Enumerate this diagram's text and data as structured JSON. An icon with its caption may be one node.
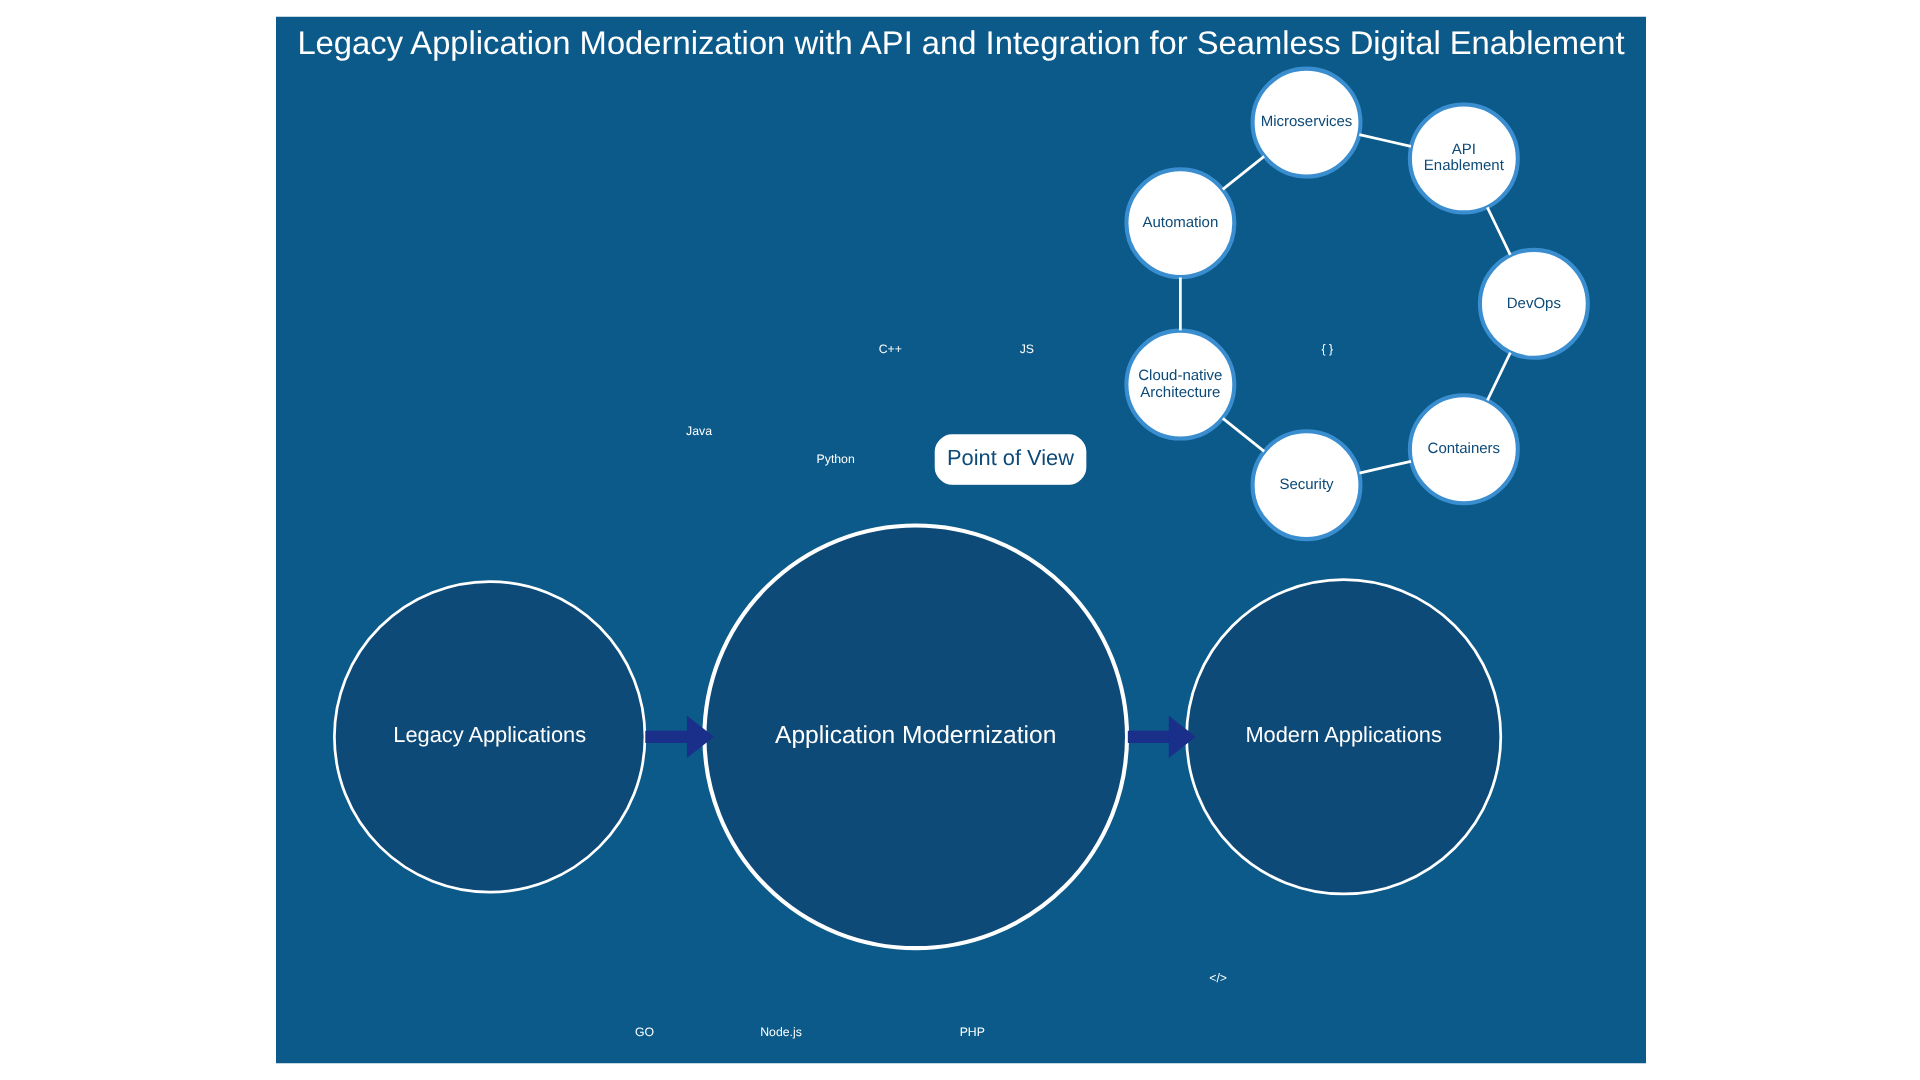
{
  "diagram": {
    "title": "Legacy Application Modernization with API and Integration for Seamless Digital Enablement",
    "nodes": [
      {
        "text": [
          "Legacy Applications"
        ]
      },
      {
        "text": [
          "Application Modernization"
        ]
      },
      {
        "text": [
          "Containers"
        ]
      },
      {
        "text": [
          "Security"
        ]
      },
      {
        "text": [
          "Cloud-native Architecture"
        ]
      },
      {
        "text": [
          "Automation"
        ]
      },
      {
        "text": [
          "Microservices"
        ]
      },
      {
        "text": [
          "API Enablement"
        ]
      },
      {
        "text": [
          "DevOps"
        ]
      },
      {
        "text": [
          "Modern Applications"
        ]
      }
    ],
    "edges": [
      {
        "from": 0,
        "to": 1,
        "arrow": "to",
        "color": "#1a2f8a",
        "style": "thick"
      },
      {
        "from": 1,
        "to": 9,
        "arrow": "to",
        "color": "#1a2f8a",
        "style": "thick"
      },
      {
        "from": 2,
        "to": 3,
        "arrow": "none"
      },
      {
        "from": 3,
        "to": 4,
        "arrow": "none"
      },
      {
        "from": 4,
        "to": 5,
        "arrow": "none"
      },
      {
        "from": 5,
        "to": 6,
        "arrow": "none"
      },
      {
        "from": 6,
        "to": 7,
        "arrow": "none"
      },
      {
        "from": 7,
        "to": 8,
        "arrow": "none"
      },
      {
        "from": 8,
        "to": 2,
        "arrow": "none"
      }
    ],
    "labels": [
      "Point of View",
      "Python",
      "</>",
      "Java",
      "PHP",
      "GO",
      "Node.js",
      "{ }",
      "JS",
      "C++"
    ]
  }
}
